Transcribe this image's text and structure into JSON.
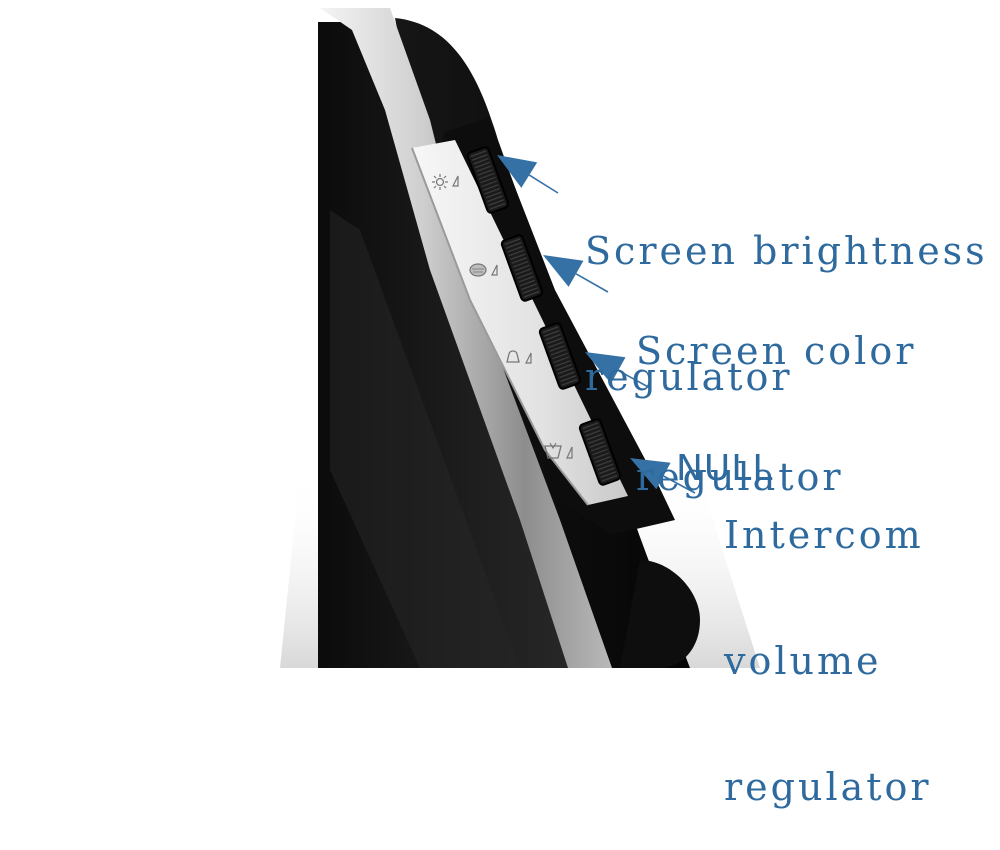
{
  "controls": [
    {
      "icon": "sun-brightness-icon",
      "lines": [
        "Screen brightness",
        "regulator"
      ]
    },
    {
      "icon": "color-palette-icon",
      "lines": [
        "Screen color",
        "regulator"
      ]
    },
    {
      "icon": "bell-icon",
      "lines": [
        "NULL"
      ]
    },
    {
      "icon": "intercom-volume-icon",
      "lines": [
        "Intercom",
        "volume",
        "regulator"
      ]
    }
  ],
  "colors": {
    "label": "#2e6a9e",
    "arrow": "#3671a6"
  }
}
